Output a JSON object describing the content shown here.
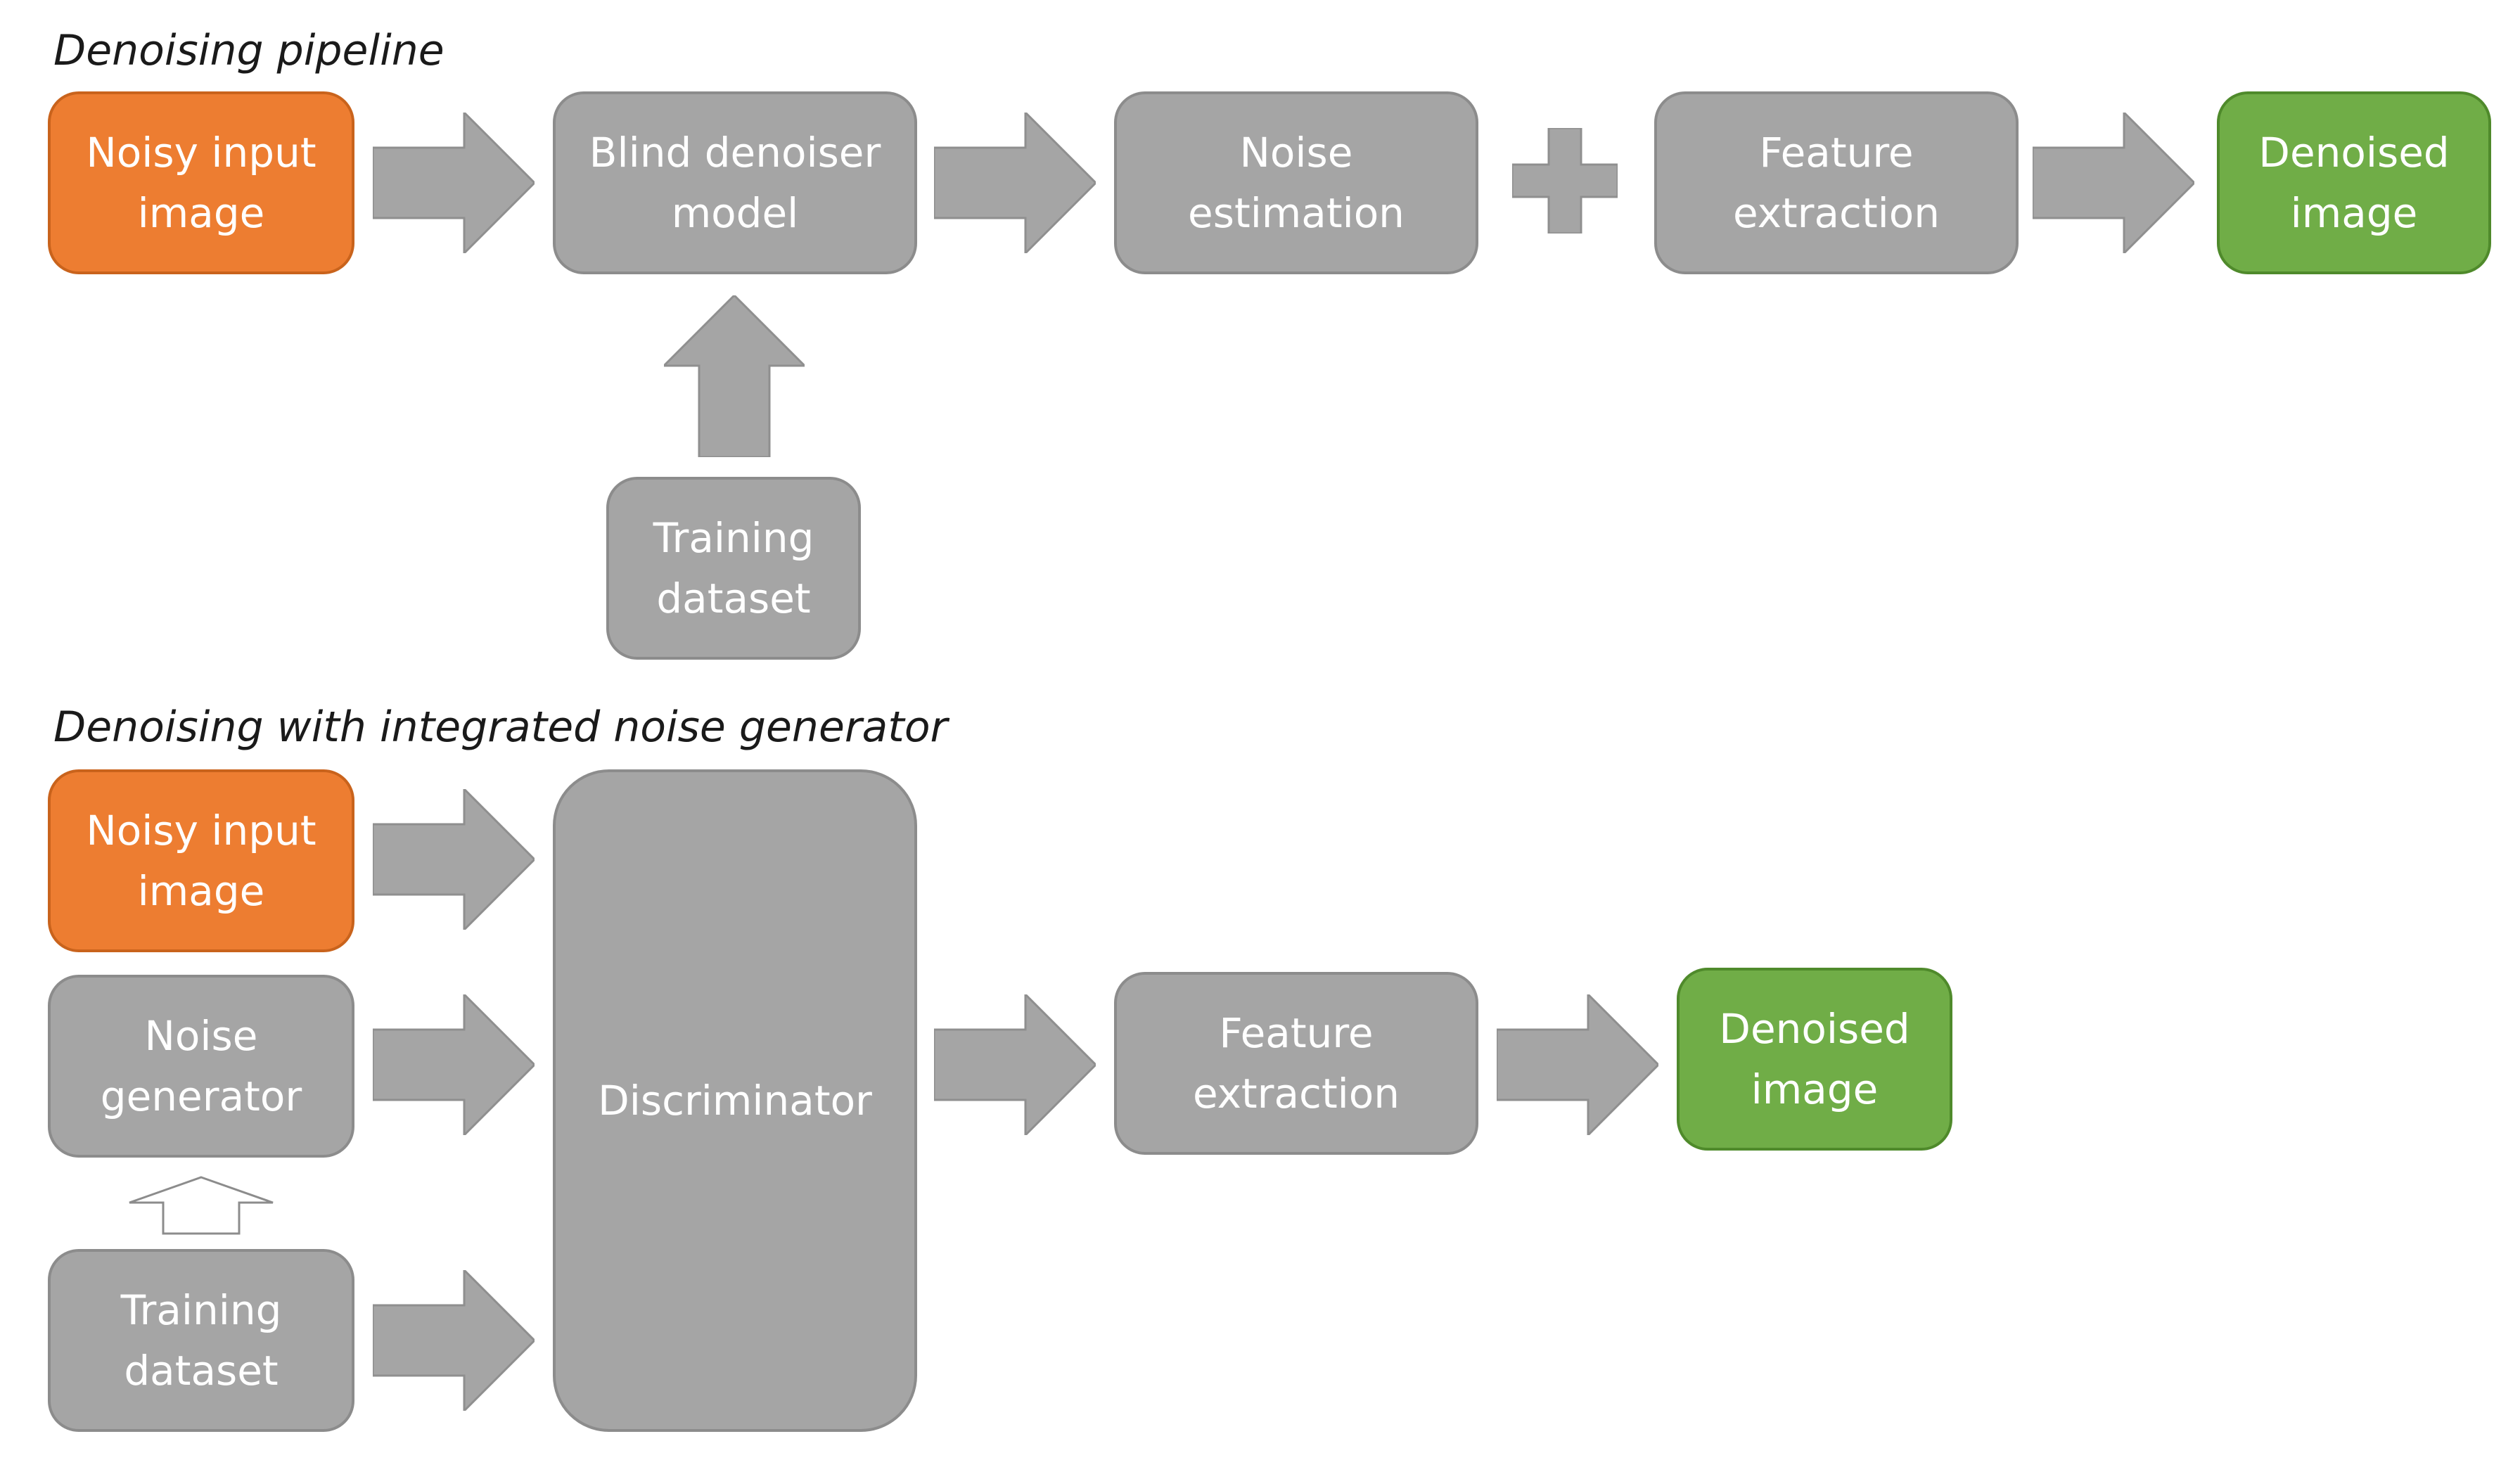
{
  "sections": {
    "top_title": "Denoising pipeline",
    "bottom_title": "Denoising with integrated noise generator"
  },
  "top": {
    "noisy_input": {
      "line1": "Noisy input",
      "line2": "image"
    },
    "blind_denoiser": {
      "line1": "Blind denoiser",
      "line2": "model"
    },
    "noise_estimation": {
      "line1": "Noise",
      "line2": "estimation"
    },
    "feature_extraction": {
      "line1": "Feature",
      "line2": "extraction"
    },
    "denoised": {
      "line1": "Denoised",
      "line2": "image"
    },
    "training_dataset": {
      "line1": "Training",
      "line2": "dataset"
    }
  },
  "bottom": {
    "noisy_input": {
      "line1": "Noisy input",
      "line2": "image"
    },
    "noise_generator": {
      "line1": "Noise",
      "line2": "generator"
    },
    "training_dataset": {
      "line1": "Training",
      "line2": "dataset"
    },
    "discriminator": {
      "label": "Discriminator"
    },
    "feature_extraction": {
      "line1": "Feature",
      "line2": "extraction"
    },
    "denoised": {
      "line1": "Denoised",
      "line2": "image"
    }
  },
  "colors": {
    "input": "#ed7d31",
    "process": "#a5a5a5",
    "output": "#70ad47",
    "arrow": "#a5a5a5"
  },
  "icons": [
    "right-arrow-icon",
    "up-arrow-icon",
    "plus-icon",
    "outline-up-arrow-icon"
  ]
}
